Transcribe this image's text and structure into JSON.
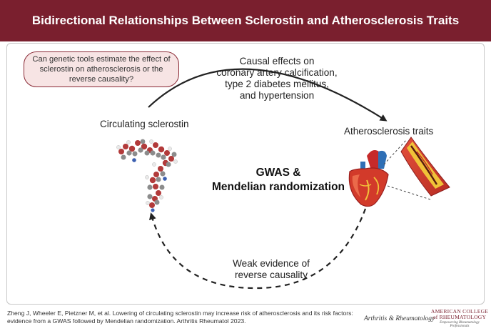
{
  "header": {
    "title": "Bidirectional Relationships Between Sclerostin and Atherosclerosis Traits"
  },
  "diagram": {
    "question": "Can genetic tools estimate the effect of sclerostin on atherosclerosis or the reverse causality?",
    "causal_effects": {
      "line1": "Causal effects on",
      "line2": "coronary artery calcification,",
      "line3": "type 2 diabetes mellitus,",
      "line4": "and hypertension"
    },
    "left_node": "Circulating sclerostin",
    "right_node": "Atherosclerosis traits",
    "center": {
      "line1": "GWAS &",
      "line2": "Mendelian randomization"
    },
    "reverse": {
      "line1": "Weak evidence of",
      "line2": "reverse causality"
    }
  },
  "footer": {
    "citation": "Zheng J, Wheeler E, Pietzner M, et al. Lowering of circulating sclerostin may increase risk of atherosclerosis and its risk factors: evidence from a GWAS followed by Mendelian randomization. Arthritis Rheumatol 2023.",
    "journal": "Arthritis & Rheumatology",
    "acr_line1": "AMERICAN COLLEGE",
    "acr_line2": "of RHEUMATOLOGY",
    "acr_tagline": "Empowering Rheumatology Professionals"
  },
  "colors": {
    "header_bg": "#7a1f2e",
    "question_bg": "#f7e4e4",
    "question_border": "#8a2a36",
    "arrow": "#222222"
  },
  "icons": [
    "sclerostin-molecule-icon",
    "heart-icon",
    "artery-plaque-icon"
  ]
}
